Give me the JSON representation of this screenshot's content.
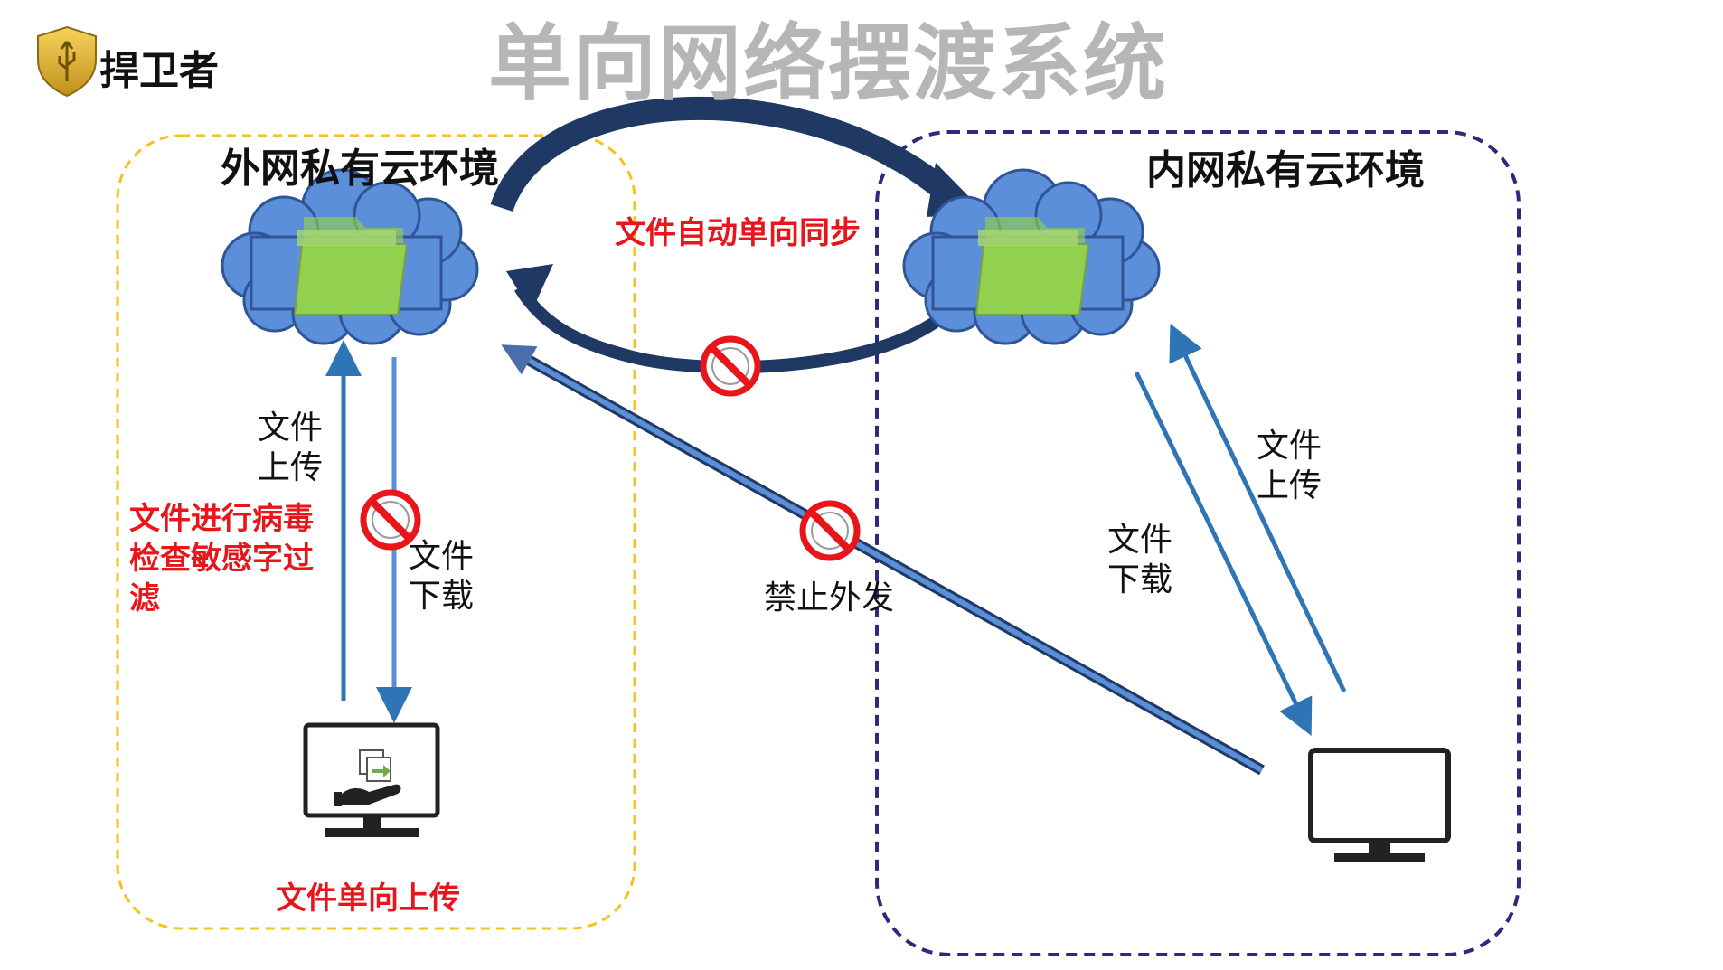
{
  "title": "单向网络摆渡系统",
  "brand": {
    "name": "捍卫者"
  },
  "environments": {
    "outer": {
      "label": "外网私有云环境"
    },
    "inner": {
      "label": "内网私有云环境"
    }
  },
  "annotations": {
    "sync": "文件自动单向同步",
    "filter_line1": "文件进行病毒",
    "filter_line2": "检查敏感字过",
    "filter_line3": "滤",
    "one_way_upload": "文件单向上传",
    "forbid_outbound": "禁止外发"
  },
  "flow_labels": {
    "outer_upload_line1": "文件",
    "outer_upload_line2": "上传",
    "outer_download_line1": "文件",
    "outer_download_line2": "下载",
    "inner_download_line1": "文件",
    "inner_download_line2": "下载",
    "inner_upload_line1": "文件",
    "inner_upload_line2": "上传"
  },
  "colors": {
    "title_gray": "#b6b6b6",
    "outer_border": "#f5c31c",
    "inner_border": "#2b2a7c",
    "cloud_fill": "#5b8fd9",
    "folder_green": "#92d050",
    "sync_arc": "#1f3864",
    "arrow_blue": "#2e75b6",
    "forbid_red": "#e8161b",
    "annotation_red": "#e8161b"
  },
  "icons": [
    "shield-usb-icon",
    "cloud-folder-icon",
    "monitor-transfer-icon",
    "monitor-icon",
    "no-entry-icon"
  ]
}
